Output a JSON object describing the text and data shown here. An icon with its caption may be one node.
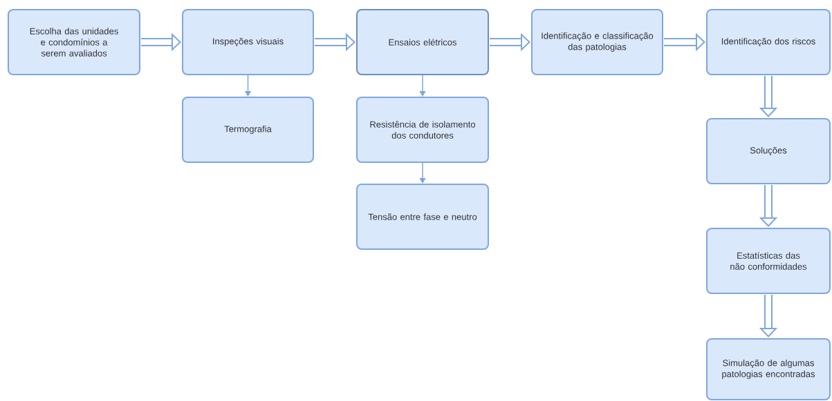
{
  "diagram": {
    "nodes": [
      {
        "text": [
          "Escolha das unidades e condomínios a serem avaliados"
        ]
      },
      {
        "text": [
          "Inspeções visuais"
        ]
      },
      {
        "text": [
          "Termografia"
        ]
      },
      {
        "text": [
          "Ensaios elétricos"
        ]
      },
      {
        "text": [
          "Resistência de isolamento dos condutores"
        ]
      },
      {
        "text": [
          "Tensão entre fase e neutro"
        ]
      },
      {
        "text": [
          "Identificação e classificação das patologias"
        ]
      },
      {
        "text": [
          "Identificação dos riscos"
        ]
      },
      {
        "text": [
          "Soluções"
        ]
      },
      {
        "text": [
          "Estatísticas das não conformidades"
        ]
      },
      {
        "text": [
          "Simulação de algumas patologias encontradas"
        ]
      }
    ],
    "edges": [
      {
        "from": 0,
        "to": 1,
        "arrow": "to"
      },
      {
        "from": 1,
        "to": 3,
        "arrow": "to"
      },
      {
        "from": 3,
        "to": 6,
        "arrow": "to"
      },
      {
        "from": 6,
        "to": 7,
        "arrow": "to"
      },
      {
        "from": 1,
        "to": 2,
        "arrow": "to"
      },
      {
        "from": 3,
        "to": 4,
        "arrow": "to"
      },
      {
        "from": 4,
        "to": 5,
        "arrow": "to"
      },
      {
        "from": 7,
        "to": 8,
        "arrow": "to"
      },
      {
        "from": 8,
        "to": 9,
        "arrow": "to"
      },
      {
        "from": 9,
        "to": 10,
        "arrow": "to"
      }
    ]
  }
}
